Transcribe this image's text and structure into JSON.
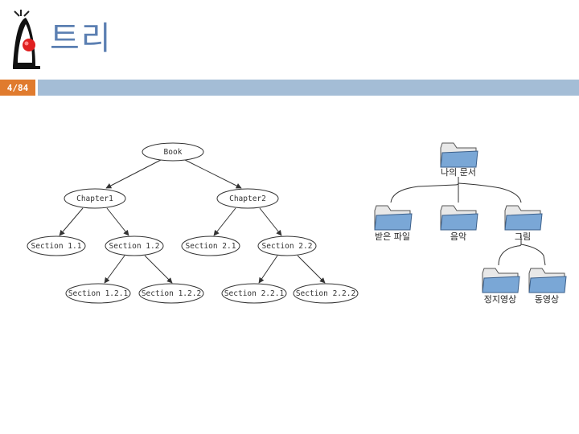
{
  "header": {
    "title": "트리",
    "page_number": "4/84"
  },
  "book_tree": {
    "root": "Book",
    "chapters": [
      {
        "label": "Chapter1",
        "sections": [
          {
            "label": "Section 1.1",
            "subsections": []
          },
          {
            "label": "Section 1.2",
            "subsections": [
              "Section 1.2.1",
              "Section 1.2.2"
            ]
          }
        ]
      },
      {
        "label": "Chapter2",
        "sections": [
          {
            "label": "Section 2.1",
            "subsections": []
          },
          {
            "label": "Section 2.2",
            "subsections": [
              "Section 2.2.1",
              "Section 2.2.2"
            ]
          }
        ]
      }
    ]
  },
  "folder_tree": {
    "root": "나의 문서",
    "children": [
      {
        "label": "받은 파일",
        "children": []
      },
      {
        "label": "음악",
        "children": []
      },
      {
        "label": "그림",
        "children": [
          "정지영상",
          "동영상"
        ]
      }
    ]
  },
  "colors": {
    "title": "#5b7fb2",
    "page_badge": "#e07b2e",
    "header_bar": "#a4bdd6",
    "folder_front": "#7aa7d6",
    "folder_back": "#e8e8e8"
  }
}
